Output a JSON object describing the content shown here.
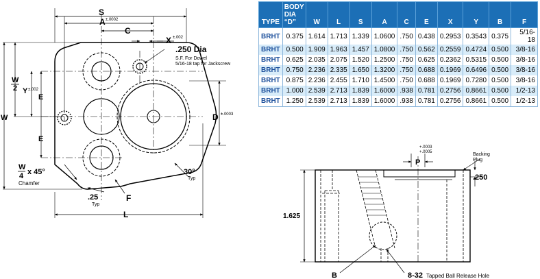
{
  "top_view": {
    "dim_S": "S",
    "dim_S_tol": "±.0002",
    "dim_A": "A",
    "dim_C": "C",
    "dim_X": "X",
    "dim_X_tol": "±.002",
    "dowel_dia": ".250 Dia",
    "dowel_note_1": "S.F. For Dowel",
    "dowel_note_2": "5/16-18 tap for Jackscrew",
    "dim_W_half_num": "W",
    "dim_W_half_den": "2",
    "dim_Y": "Y",
    "dim_Y_tol": "±.002",
    "dim_E_upper": "E",
    "dim_E_lower": "E",
    "dim_W": "W",
    "dim_D": "D",
    "dim_D_tol": "±.0003",
    "chamfer_num": "W",
    "chamfer_den": "4",
    "chamfer_angle": "x 45°",
    "chamfer_label": "Chamfer",
    "angle_value": "30°",
    "angle_typ": "Typ",
    "radius_value": ".25",
    "radius_typ": "Typ",
    "dim_F": "F",
    "dim_L": "L"
  },
  "side_view": {
    "p_tol_plus": "+.0003",
    "p_tol_minus": "+.0005",
    "dim_P": "P",
    "backing_1": "Backing",
    "backing_2": "Plug",
    "depth": ".250",
    "height": "1.625",
    "label_B": "B",
    "tap_size": "8-32",
    "tap_note": "Tapped Ball Release Hole"
  },
  "table": {
    "headers": {
      "type": "TYPE",
      "body_1": "BODY",
      "body_2": "DIA",
      "body_3": "“D”",
      "cols": [
        "W",
        "L",
        "S",
        "A",
        "C",
        "E",
        "X",
        "Y",
        "B",
        "F"
      ]
    },
    "rows": [
      [
        "BRHT",
        "0.375",
        "1.614",
        "1.713",
        "1.339",
        "1.0600",
        ".750",
        "0.438",
        "0.2953",
        "0.3543",
        "0.375",
        "5/16-18"
      ],
      [
        "BRHT",
        "0.500",
        "1.909",
        "1.963",
        "1.457",
        "1.0800",
        ".750",
        "0.562",
        "0.2559",
        "0.4724",
        "0.500",
        "3/8-16"
      ],
      [
        "BRHT",
        "0.625",
        "2.035",
        "2.075",
        "1.520",
        "1.2500",
        ".750",
        "0.625",
        "0.2362",
        "0.5315",
        "0.500",
        "3/8-16"
      ],
      [
        "BRHT",
        "0.750",
        "2.236",
        "2.335",
        "1.650",
        "1.3200",
        ".750",
        "0.688",
        "0.1969",
        "0.6496",
        "0.500",
        "3/8-16"
      ],
      [
        "BRHT",
        "0.875",
        "2.236",
        "2.455",
        "1.710",
        "1.4500",
        ".750",
        "0.688",
        "0.1969",
        "0.7280",
        "0.500",
        "3/8-16"
      ],
      [
        "BRHT",
        "1.000",
        "2.539",
        "2.713",
        "1.839",
        "1.6000",
        ".938",
        "0.781",
        "0.2756",
        "0.8661",
        "0.500",
        "1/2-13"
      ],
      [
        "BRHT",
        "1.250",
        "2.539",
        "2.713",
        "1.839",
        "1.6000",
        ".938",
        "0.781",
        "0.2756",
        "0.8661",
        "0.500",
        "1/2-13"
      ]
    ]
  }
}
